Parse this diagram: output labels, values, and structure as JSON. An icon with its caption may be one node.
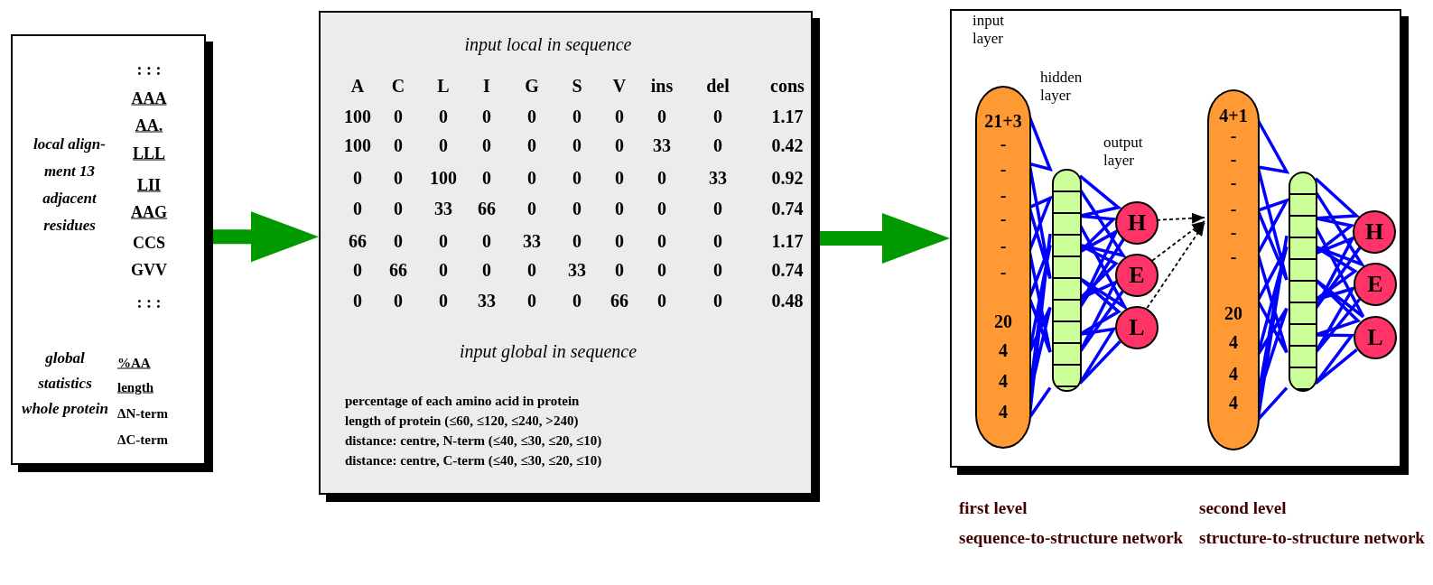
{
  "diagram": {
    "nodes": [
      {
        "text": [
          "local align-ment 13 adjacent residues",
          ": : :",
          "AAA",
          "AA.",
          "LLL",
          "LII",
          "AAG",
          "CCS",
          "GVV",
          ": : :",
          "global statistics whole protein",
          "%AA",
          "length",
          "ΔN-term",
          "ΔC-term"
        ]
      },
      {
        "text": [
          "input local in sequence",
          "input global in sequence",
          "percentage of each amino acid in protein",
          "length of protein (≤60, ≤120, ≤240, >240)",
          "distance: centre, N-term (≤40, ≤30, ≤20, ≤10)",
          "distance: centre, C-term (≤40, ≤30, ≤20, ≤10)"
        ]
      },
      {
        "text": [],
        "shape": "box"
      },
      {
        "text": [
          "21+3",
          "-",
          "-",
          "-",
          "-",
          "-",
          "-",
          "20",
          "4",
          "4",
          "4"
        ],
        "in": 2
      },
      {
        "text": [],
        "shape": "bar",
        "in": 2
      },
      {
        "text": [
          "H"
        ],
        "in": 2
      },
      {
        "text": [
          "E"
        ],
        "in": 2
      },
      {
        "text": [
          "L"
        ],
        "in": 2
      },
      {
        "text": [
          "4+1",
          "-",
          "-",
          "-",
          "-",
          "-",
          "-",
          "20",
          "4",
          "4",
          "4"
        ],
        "in": 2
      },
      {
        "text": [],
        "shape": "bar",
        "in": 2
      },
      {
        "text": [
          "H"
        ],
        "in": 2
      },
      {
        "text": [
          "E"
        ],
        "in": 2
      },
      {
        "text": [
          "L"
        ],
        "in": 2
      }
    ],
    "edges": [
      {
        "from": 0,
        "to": 1,
        "arrow": "to",
        "style": "thick",
        "color": "#009900"
      },
      {
        "from": 1,
        "to": 2,
        "arrow": "to",
        "style": "thick",
        "color": "#009900"
      },
      {
        "from": 3,
        "to": 4,
        "arrow": "none"
      },
      {
        "from": 4,
        "to": 5,
        "arrow": "none"
      },
      {
        "from": 4,
        "to": 6,
        "arrow": "none"
      },
      {
        "from": 4,
        "to": 7,
        "arrow": "none"
      },
      {
        "from": 5,
        "to": 8,
        "arrow": "to",
        "style": "dashed",
        "color": "#000000"
      },
      {
        "from": 6,
        "to": 8,
        "arrow": "to",
        "style": "dashed",
        "color": "#000000"
      },
      {
        "from": 7,
        "to": 8,
        "arrow": "to",
        "style": "dashed",
        "color": "#000000"
      },
      {
        "from": 8,
        "to": 9,
        "arrow": "none"
      },
      {
        "from": 9,
        "to": 10,
        "arrow": "none"
      },
      {
        "from": 9,
        "to": 11,
        "arrow": "none"
      },
      {
        "from": 9,
        "to": 12,
        "arrow": "none"
      }
    ],
    "labels": [
      "A",
      "C",
      "L",
      "I",
      "G",
      "S",
      "V",
      "ins",
      "del",
      "cons",
      "100",
      "0",
      "0",
      "0",
      "0",
      "0",
      "0",
      "0",
      "0",
      "1.17",
      "100",
      "0",
      "0",
      "0",
      "0",
      "0",
      "0",
      "33",
      "0",
      "0.42",
      "0",
      "0",
      "100",
      "0",
      "0",
      "0",
      "0",
      "0",
      "33",
      "0.92",
      "0",
      "0",
      "33",
      "66",
      "0",
      "0",
      "0",
      "0",
      "0",
      "0.74",
      "66",
      "0",
      "0",
      "0",
      "33",
      "0",
      "0",
      "0",
      "0",
      "1.17",
      "0",
      "66",
      "0",
      "0",
      "0",
      "33",
      "0",
      "0",
      "0",
      "0.74",
      "0",
      "0",
      "0",
      "33",
      "0",
      "0",
      "66",
      "0",
      "0",
      "0.48",
      "input layer",
      "hidden layer",
      "output layer",
      "first level sequence-to-structure network",
      "second level structure-to-structure network"
    ]
  }
}
